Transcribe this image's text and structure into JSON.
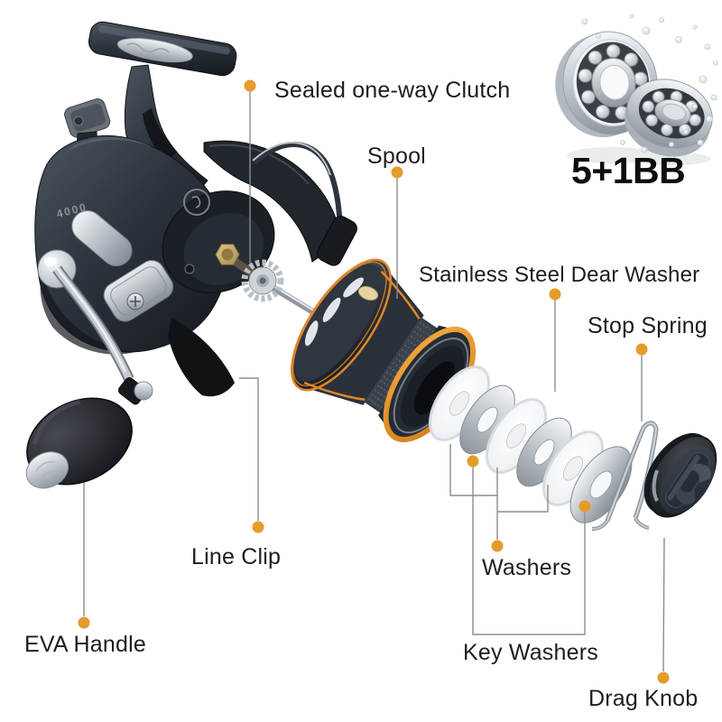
{
  "meta": {
    "description": "Exploded parts diagram of a spinning fishing reel on white background"
  },
  "badge": {
    "bearings_count": "5+1BB"
  },
  "reel": {
    "model_text": "4000"
  },
  "callouts": [
    {
      "id": "sealed-one-way-clutch",
      "label": "Sealed one-way Clutch"
    },
    {
      "id": "spool",
      "label": "Spool"
    },
    {
      "id": "stainless-steel-dear-washer",
      "label": "Stainless Steel Dear Washer"
    },
    {
      "id": "stop-spring",
      "label": "Stop Spring"
    },
    {
      "id": "line-clip",
      "label": "Line Clip"
    },
    {
      "id": "eva-handle",
      "label": "EVA Handle"
    },
    {
      "id": "washers",
      "label": "Washers"
    },
    {
      "id": "key-washers",
      "label": "Key Washers"
    },
    {
      "id": "drag-knob",
      "label": "Drag Knob"
    }
  ],
  "colors": {
    "accent_dot": "#E49B2B",
    "leader_line": "#8d8d8d",
    "label_text": "#1d1d1d",
    "body_dark": "#2d333c",
    "orange_trim": "#E1872B",
    "metal_silver": "#c3c9cf"
  }
}
